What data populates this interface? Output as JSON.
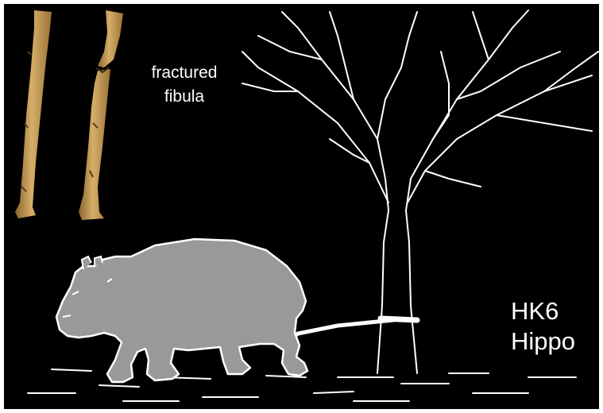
{
  "annotations": {
    "bone_label": [
      "fractured",
      "fibula"
    ],
    "specimen_label": [
      "HK6",
      "Hippo"
    ]
  },
  "colors": {
    "background": "#000000",
    "line_art": "#ffffff",
    "hippo_fill": "#999999",
    "bone": "#c49a55"
  }
}
